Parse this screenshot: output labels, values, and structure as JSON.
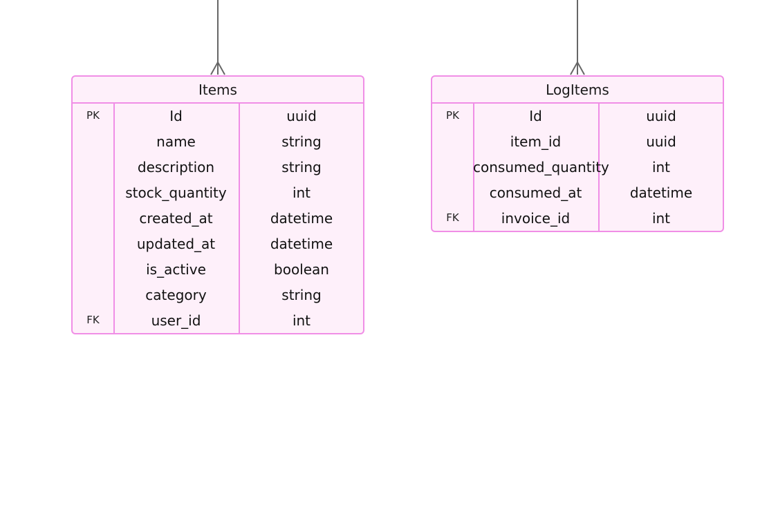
{
  "diagram": {
    "line_color": "#666666",
    "entity_border_color": "#f08ee6",
    "entity_fill_color": "#fef0fa",
    "entities": [
      {
        "name": "Items",
        "attributes": [
          {
            "key": "PK",
            "name": "Id",
            "type": "uuid"
          },
          {
            "key": "",
            "name": "name",
            "type": "string"
          },
          {
            "key": "",
            "name": "description",
            "type": "string"
          },
          {
            "key": "",
            "name": "stock_quantity",
            "type": "int"
          },
          {
            "key": "",
            "name": "created_at",
            "type": "datetime"
          },
          {
            "key": "",
            "name": "updated_at",
            "type": "datetime"
          },
          {
            "key": "",
            "name": "is_active",
            "type": "boolean"
          },
          {
            "key": "",
            "name": "category",
            "type": "string"
          },
          {
            "key": "FK",
            "name": "user_id",
            "type": "int"
          }
        ]
      },
      {
        "name": "LogItems",
        "attributes": [
          {
            "key": "PK",
            "name": "Id",
            "type": "uuid"
          },
          {
            "key": "",
            "name": "item_id",
            "type": "uuid"
          },
          {
            "key": "",
            "name": "consumed_quantity",
            "type": "int"
          },
          {
            "key": "",
            "name": "consumed_at",
            "type": "datetime"
          },
          {
            "key": "FK",
            "name": "invoice_id",
            "type": "int"
          }
        ]
      }
    ]
  }
}
